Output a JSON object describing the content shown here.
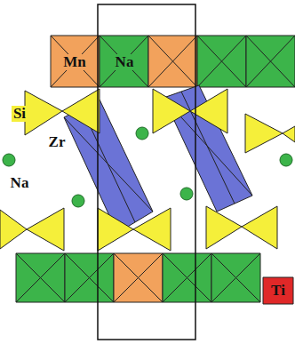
{
  "diagram": {
    "labels": [
      "Mn",
      "Na",
      "Si",
      "Zr",
      "Na",
      "Ti"
    ]
  }
}
